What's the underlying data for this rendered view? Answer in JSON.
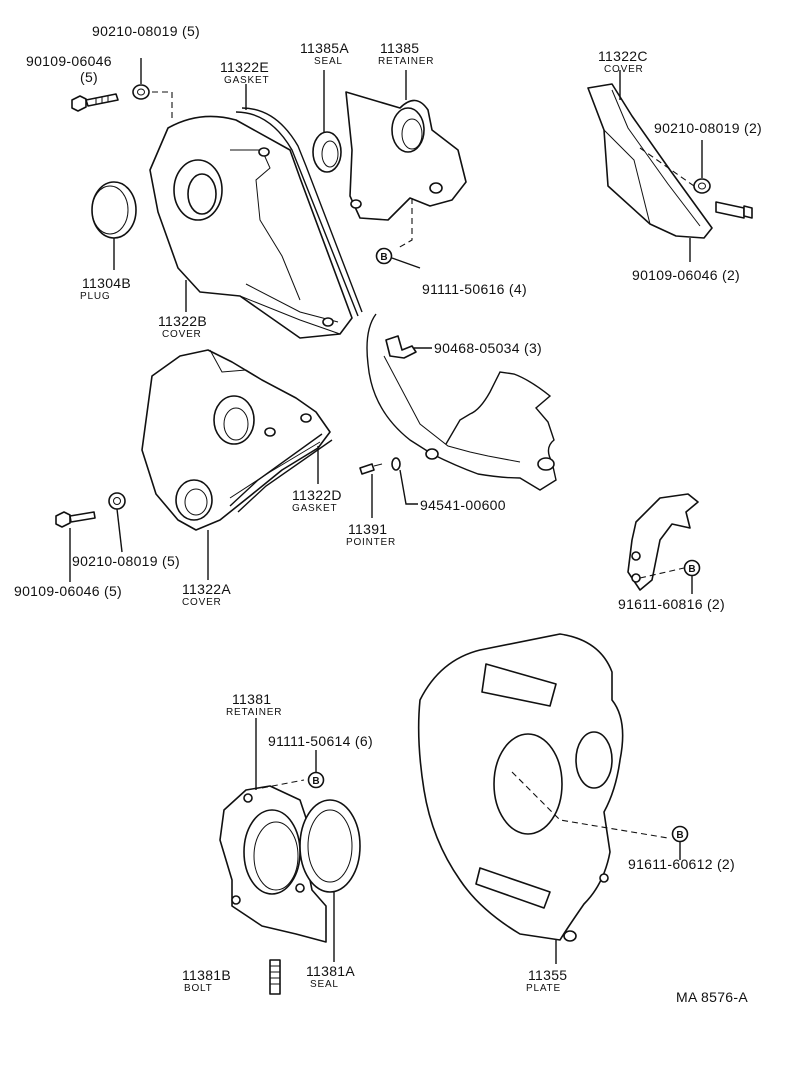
{
  "labels": {
    "p_90210_08019_top": "90210-08019 (5)",
    "p_90109_06046_top": "90109-06046",
    "p_90109_06046_top_qty": "(5)",
    "p_11322E": "11322E",
    "p_11322E_sub": "GASKET",
    "p_11385A": "11385A",
    "p_11385A_sub": "SEAL",
    "p_11385": "11385",
    "p_11385_sub": "RETAINER",
    "p_11322C": "11322C",
    "p_11322C_sub": "COVER",
    "p_90210_08019_right": "90210-08019 (2)",
    "p_90109_06046_right": "90109-06046 (2)",
    "p_11304B": "11304B",
    "p_11304B_sub": "PLUG",
    "p_11322B": "11322B",
    "p_11322B_sub": "COVER",
    "p_91111_50616": "91111-50616 (4)",
    "p_90468_05034": "90468-05034 (3)",
    "p_11322D": "11322D",
    "p_11322D_sub": "GASKET",
    "p_94541_00600": "94541-00600",
    "p_11391": "11391",
    "p_11391_sub": "POINTER",
    "p_90210_08019_left": "90210-08019 (5)",
    "p_90109_06046_left": "90109-06046 (5)",
    "p_11322A": "11322A",
    "p_11322A_sub": "COVER",
    "p_91611_60816": "91611-60816 (2)",
    "p_11381": "11381",
    "p_11381_sub": "RETAINER",
    "p_91111_50614": "91111-50614 (6)",
    "p_91611_60612": "91611-60612 (2)",
    "p_11381B": "11381B",
    "p_11381B_sub": "BOLT",
    "p_11381A": "11381A",
    "p_11381A_sub": "SEAL",
    "p_11355": "11355",
    "p_11355_sub": "PLATE",
    "footer_code": "MA  8576-A"
  },
  "callout_marker": "B"
}
